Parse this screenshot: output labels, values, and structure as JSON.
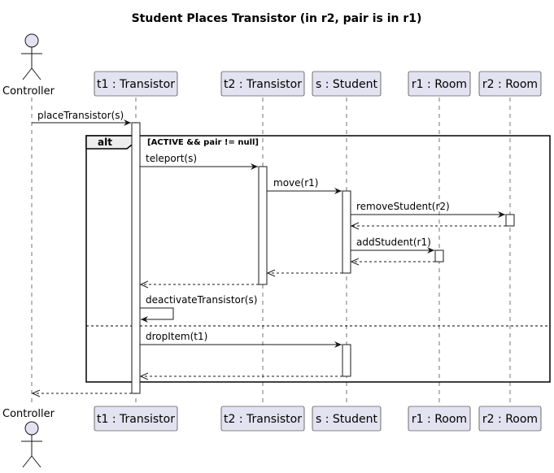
{
  "diagram": {
    "title": "Student Places Transistor (in r2, pair is in r1)",
    "actor": {
      "label": "Controller"
    },
    "participants": [
      {
        "id": "t1",
        "label": "t1 : Transistor"
      },
      {
        "id": "t2",
        "label": "t2 : Transistor"
      },
      {
        "id": "s",
        "label": "s : Student"
      },
      {
        "id": "r1",
        "label": "r1 : Room"
      },
      {
        "id": "r2",
        "label": "r2 : Room"
      }
    ],
    "fragment": {
      "operator": "alt",
      "guard": "[ACTIVE && pair != null]"
    },
    "messages": [
      {
        "from": "Controller",
        "to": "t1",
        "label": "placeTransistor(s)",
        "kind": "sync"
      },
      {
        "from": "t1",
        "to": "t2",
        "label": "teleport(s)",
        "kind": "sync"
      },
      {
        "from": "t2",
        "to": "s",
        "label": "move(r1)",
        "kind": "sync"
      },
      {
        "from": "s",
        "to": "r2",
        "label": "removeStudent(r2)",
        "kind": "sync"
      },
      {
        "from": "r2",
        "to": "s",
        "label": "",
        "kind": "return"
      },
      {
        "from": "s",
        "to": "r1",
        "label": "addStudent(r1)",
        "kind": "sync"
      },
      {
        "from": "r1",
        "to": "s",
        "label": "",
        "kind": "return"
      },
      {
        "from": "s",
        "to": "t2",
        "label": "",
        "kind": "return"
      },
      {
        "from": "t2",
        "to": "t1",
        "label": "",
        "kind": "return"
      },
      {
        "from": "t1",
        "to": "t1",
        "label": "deactivateTransistor(s)",
        "kind": "self"
      },
      {
        "from": "t1",
        "to": "s",
        "label": "dropItem(t1)",
        "kind": "sync"
      },
      {
        "from": "s",
        "to": "t1",
        "label": "",
        "kind": "return"
      },
      {
        "from": "t1",
        "to": "Controller",
        "label": "",
        "kind": "return"
      }
    ],
    "colors": {
      "participant_fill": "#E2E2F0",
      "participant_border": "#181818",
      "fragment_header_fill": "#EEEEEE",
      "line": "#181818"
    }
  }
}
